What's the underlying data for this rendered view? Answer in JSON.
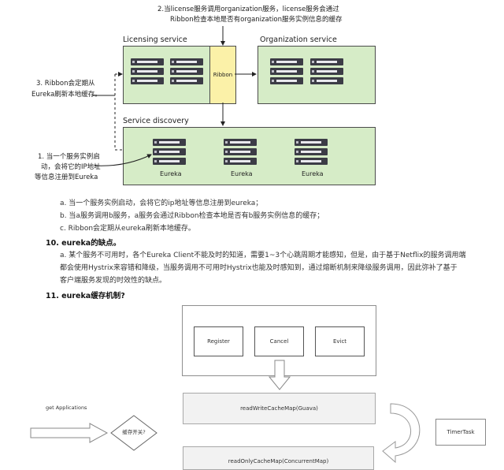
{
  "diagram": {
    "top_note_line1": "2.当license服务调用organization服务，license服务会通过",
    "top_note_line2": "Ribbon检查本地是否有organization服务实例信息的缓存",
    "licensing_label": "Licensing service",
    "organization_label": "Organization service",
    "ribbon_label": "Ribbon",
    "service_discovery_label": "Service discovery",
    "left_note3_line1": "3. Ribbon会定期从",
    "left_note3_line2": "Eureka刷新本地缓存。",
    "left_note1_line1": "1. 当一个服务实例启",
    "left_note1_line2": "动，会将它的IP地址",
    "left_note1_line3": "等信息注册到Eureka",
    "eureka_labels": [
      "Eureka",
      "Eureka",
      "Eureka"
    ],
    "colors": {
      "green_fill": "#d6ecc7",
      "ribbon_fill": "#fbf1a8",
      "server": "#3c3c46"
    }
  },
  "text": {
    "line_a": "a. 当一个服务实例启动，会将它的ip地址等信息注册到eureka；",
    "line_b": "b. 当a服务调用b服务，a服务会通过Ribbon检查本地是否有b服务实例信息的缓存；",
    "line_c": "c. Ribbon会定期从eureka刷新本地缓存。",
    "heading10": "10. eureka的缺点。",
    "para10_line1": "a. 某个服务不可用时，各个Eureka Client不能及时的知道，需要1~3个心跳周期才能感知，但是，由于基于Netflix的服务调用端",
    "para10_line2": "都会使用Hystrix来容错和降级，当服务调用不可用时Hystrix也能及时感知到，通过熔断机制来降级服务调用，因此弥补了基于",
    "para10_line3": "客户端服务发现的时效性的缺点。",
    "heading11": "11. eureka缓存机制?"
  },
  "cache_diagram": {
    "register": "Register",
    "cancel": "Cancel",
    "evict": "Evict",
    "get_applications": "get Applications",
    "cache_switch": "缓存开关?",
    "read_write": "readWriteCacheMap(Guava)",
    "read_only": "readOnlyCacheMap(ConcurrentMap)",
    "timer_task": "TimerTask"
  }
}
